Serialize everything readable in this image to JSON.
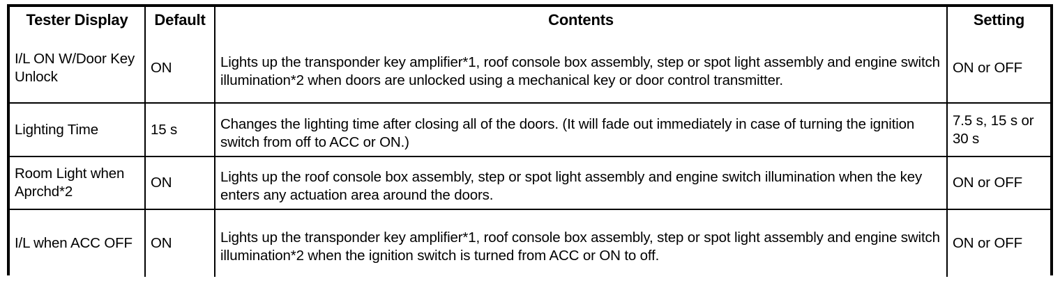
{
  "table": {
    "headers": {
      "display": "Tester Display",
      "default": "Default",
      "contents": "Contents",
      "setting": "Setting"
    },
    "rows": [
      {
        "display": "I/L ON W/Door Key Unlock",
        "default": "ON",
        "contents": "Lights up the transponder key amplifier*1, roof console box assembly, step or spot light assembly and engine switch illumination*2 when doors are unlocked using a mechanical key or door control transmitter.",
        "setting": "ON or OFF"
      },
      {
        "display": "Lighting Time",
        "default": "15 s",
        "contents": "Changes the lighting time after closing all of the doors. (It will fade out immediately in case of turning the ignition switch from off to ACC or ON.)",
        "setting": "7.5 s, 15 s or 30 s"
      },
      {
        "display": "Room Light when Aprchd*2",
        "default": "ON",
        "contents": "Lights up the roof console box assembly, step or spot light assembly and engine switch illumination when the key enters any actuation area around the doors.",
        "setting": "ON or OFF"
      },
      {
        "display": "I/L when ACC OFF",
        "default": "ON",
        "contents": "Lights up the transponder key amplifier*1, roof console box assembly, step or spot light assembly and engine switch illumination*2 when the ignition switch is turned from ACC or ON to off.",
        "setting": "ON or OFF"
      }
    ]
  },
  "colors": {
    "border": "#000000",
    "text": "#000000",
    "background": "#ffffff"
  }
}
